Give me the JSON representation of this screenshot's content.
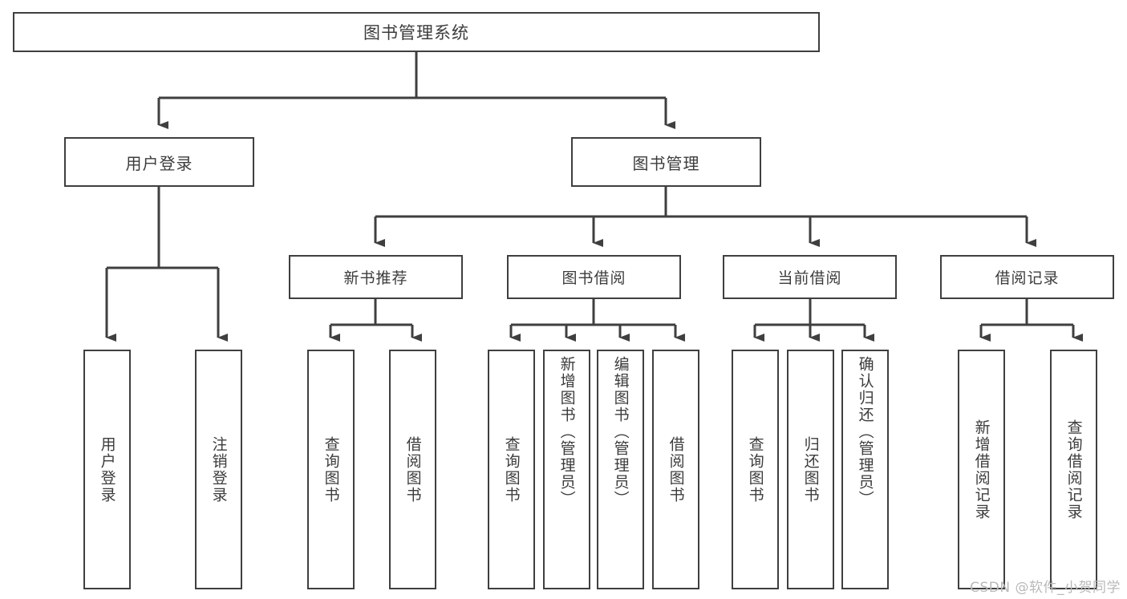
{
  "diagram": {
    "title": "图书管理系统",
    "type": "tree",
    "orientation": "top-down",
    "line_color": "#3f3f3f",
    "box_fill": "#ffffff",
    "text_color": "#3c3c3c",
    "watermark": "CSDN @软件_小贺同学"
  },
  "nodes": {
    "root": {
      "label": "图书管理系统"
    },
    "level2": [
      {
        "id": "user-login",
        "label": "用户登录"
      },
      {
        "id": "book-manage",
        "label": "图书管理"
      }
    ],
    "level3": [
      {
        "id": "new-book-rec",
        "label": "新书推荐"
      },
      {
        "id": "book-borrow",
        "label": "图书借阅"
      },
      {
        "id": "current-borrow",
        "label": "当前借阅"
      },
      {
        "id": "borrow-record",
        "label": "借阅记录"
      }
    ],
    "leaves": {
      "user-login": [
        {
          "id": "leaf-user-login",
          "label": "用户登录"
        },
        {
          "id": "leaf-logout",
          "label": "注销登录"
        }
      ],
      "new-book-rec": [
        {
          "id": "leaf-query-book-1",
          "label": "查询图书"
        },
        {
          "id": "leaf-borrow-book-1",
          "label": "借阅图书"
        }
      ],
      "book-borrow": [
        {
          "id": "leaf-query-book-2",
          "label": "查询图书"
        },
        {
          "id": "leaf-add-book",
          "label": "新增图书（管理员）"
        },
        {
          "id": "leaf-edit-book",
          "label": "编辑图书（管理员）"
        },
        {
          "id": "leaf-borrow-book-2",
          "label": "借阅图书"
        }
      ],
      "current-borrow": [
        {
          "id": "leaf-query-book-3",
          "label": "查询图书"
        },
        {
          "id": "leaf-return-book",
          "label": "归还图书"
        },
        {
          "id": "leaf-confirm-return",
          "label": "确认归还（管理员）"
        }
      ],
      "borrow-record": [
        {
          "id": "leaf-add-record",
          "label": "新增借阅记录"
        },
        {
          "id": "leaf-query-record",
          "label": "查询借阅记录"
        }
      ]
    }
  }
}
